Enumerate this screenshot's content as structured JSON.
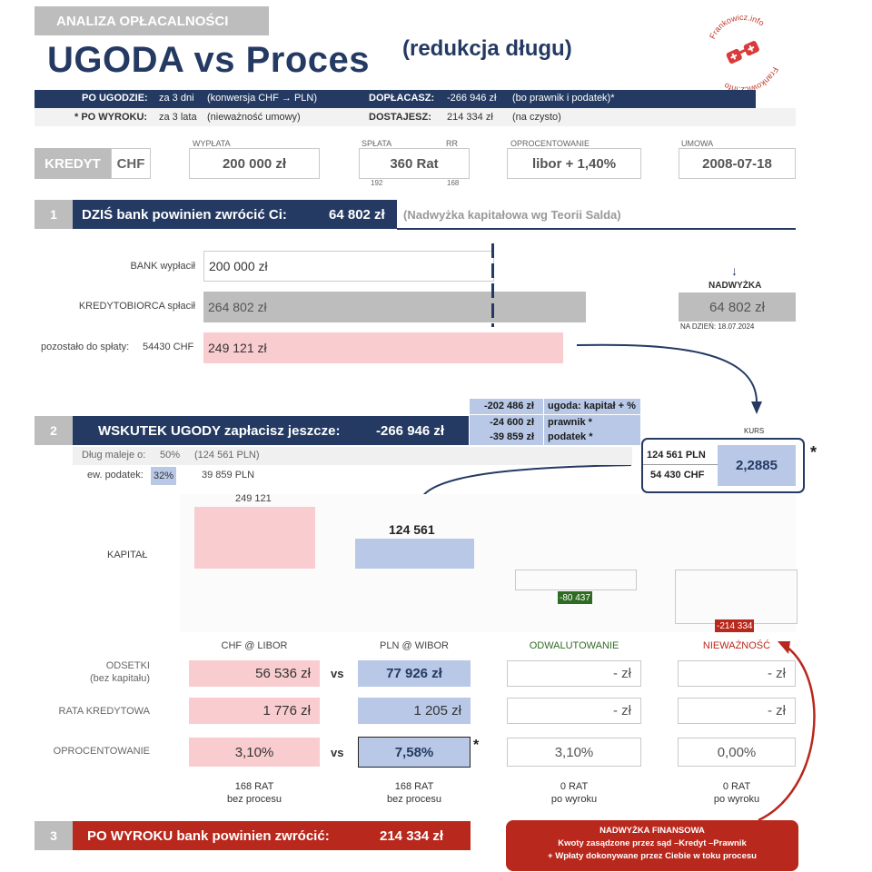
{
  "header": {
    "badge": "ANALIZA OPŁACALNOŚCI",
    "title": "UGODA vs Proces",
    "subtitle": "(redukcja długu)",
    "logo_text_top": "Frankowicz.info",
    "logo_text_bottom": "Frankowicz.info"
  },
  "summary": {
    "row1": {
      "label": "PO UGODZIE:",
      "time": "za 3 dni",
      "note": "(konwersja CHF → PLN)",
      "label2": "DOPŁACASZ:",
      "value": "-266 946 zł",
      "note2": "(bo prawnik i podatek)*"
    },
    "row2": {
      "label": "* PO WYROKU:",
      "time": "za 3 lata",
      "note": "(nieważność umowy)",
      "label2": "DOSTAJESZ:",
      "value": "214 334 zł",
      "note2": "(na czysto)"
    }
  },
  "credit": {
    "label": "KREDYT",
    "currency": "CHF",
    "payout_label": "WYPŁATA",
    "payout": "200 000 zł",
    "installments_label": "SPŁATA",
    "rr_label": "RR",
    "installments": "360 Rat",
    "paid": "192",
    "remaining": "168",
    "rate_label": "OPROCENTOWANIE",
    "rate": "libor + 1,40%",
    "contract_label": "UMOWA",
    "contract": "2008-07-18"
  },
  "section1": {
    "num": "1",
    "title": "DZIŚ bank powinien zwrócić Ci:",
    "amount": "64 802 zł",
    "note": "(Nadwyżka kapitałowa wg Teorii Salda)",
    "bank_label": "BANK wypłacił",
    "bank_value": "200 000 zł",
    "borrower_label": "KREDYTOBIORCA spłacił",
    "borrower_value": "264 802 zł",
    "remaining_label": "pozostało do spłaty:",
    "remaining_chf": "54430 CHF",
    "remaining_value": "249 121 zł",
    "arrow": "↓",
    "surplus_label": "NADWYŻKA",
    "surplus_value": "64 802 zł",
    "surplus_date": "NA DZIEŃ: 18.07.2024"
  },
  "section2": {
    "num": "2",
    "title": "WSKUTEK UGODY zapłacisz jeszcze:",
    "amount": "-266 946 zł",
    "breakdown": [
      {
        "value": "-202 486 zł",
        "label": "ugoda: kapitał + %"
      },
      {
        "value": "-24 600 zł",
        "label": "prawnik *"
      },
      {
        "value": "-39 859 zł",
        "label": "podatek *"
      }
    ],
    "debt_label": "Dług maleje o:",
    "debt_pct": "50%",
    "debt_pln": "(124 561 PLN)",
    "tax_label": "ew. podatek:",
    "tax_pct": "32%",
    "tax_pln": "39 859 PLN",
    "kurs_label": "KURS",
    "kurs_pln": "124 561 PLN",
    "kurs_chf": "54 430 CHF",
    "kurs_value": "2,2885",
    "kurs_star": "*"
  },
  "capital": {
    "label": "KAPITAŁ",
    "chf_value": "249 121",
    "pln_value": "124 561",
    "odw_value": "-80 437",
    "niew_value": "-214 334"
  },
  "columns": {
    "chf": "CHF @ LIBOR",
    "pln": "PLN @ WIBOR",
    "odw": "ODWALUTOWANIE",
    "niew": "NIEWAŻNOŚĆ"
  },
  "rows": {
    "interest_label": "ODSETKI",
    "interest_sub": "(bez kapitału)",
    "interest": {
      "chf": "56 536  zł",
      "pln": "77 926 zł",
      "odw": "-  zł",
      "niew": "-  zł"
    },
    "installment_label": "RATA KREDYTOWA",
    "installment": {
      "chf": "1 776  zł",
      "pln": "1 205  zł",
      "odw": "-  zł",
      "niew": "-  zł"
    },
    "rate_label": "OPROCENTOWANIE",
    "rate": {
      "chf": "3,10%",
      "pln": "7,58%",
      "odw": "3,10%",
      "niew": "0,00%"
    },
    "vs": "vs",
    "star": "*"
  },
  "footer_counts": [
    {
      "a": "168 RAT",
      "b": "bez procesu"
    },
    {
      "a": "168 RAT",
      "b": "bez procesu"
    },
    {
      "a": "0 RAT",
      "b": "po wyroku"
    },
    {
      "a": "0 RAT",
      "b": "po wyroku"
    }
  ],
  "section3": {
    "num": "3",
    "title": "PO WYROKU bank powinien zwrócić:",
    "amount": "214 334 zł",
    "note_title": "NADWYŻKA FINANSOWA",
    "note_line1": "Kwoty zasądzone przez sąd  –Kredyt  –Prawnik",
    "note_line2": "+ Wpłaty dokonywane przez Ciebie w toku procesu"
  },
  "colors": {
    "navy": "#243a63",
    "pink": "#f9ccd0",
    "blue": "#b8c8e6",
    "red": "#b8281c",
    "green": "#2f6b22"
  }
}
